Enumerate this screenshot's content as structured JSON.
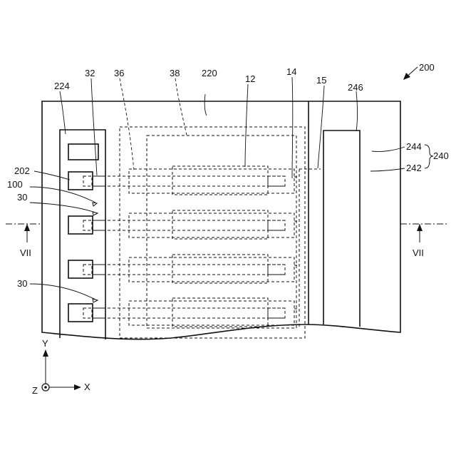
{
  "figure": {
    "ref_main": "200",
    "section_label": "VII"
  },
  "labels": {
    "l224": "224",
    "l32": "32",
    "l36": "36",
    "l38": "38",
    "l220": "220",
    "l12": "12",
    "l14": "14",
    "l15": "15",
    "l246": "246",
    "l244": "244",
    "l240": "240",
    "l242": "242",
    "l202": "202",
    "l100": "100",
    "l30a": "30",
    "l30b": "30"
  },
  "axes": {
    "y": "Y",
    "x": "X",
    "z": "Z"
  }
}
